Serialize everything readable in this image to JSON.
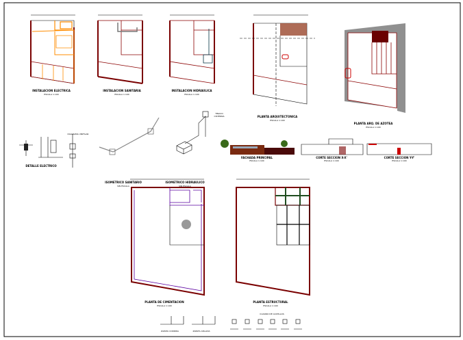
{
  "sheet": {
    "plans": [
      {
        "title": "INSTALACION ELECTRICA",
        "scale": "ESCALA 1:100"
      },
      {
        "title": "INSTALACION SANITARIA",
        "scale": "ESCALA 1:100"
      },
      {
        "title": "INSTALACION HIDRAULICA",
        "scale": "ESCALA 1:100"
      },
      {
        "title": "PLANTA ARQUITECTONICA",
        "scale": "ESCALA 1:100"
      },
      {
        "title": "PLANTA ARQ. DE AZOTEA",
        "scale": "ESCALA 1:100"
      }
    ],
    "details": [
      {
        "title": "DETALLE ELECTRICO"
      },
      {
        "title": "DIAGRAMA UNIFILAR"
      },
      {
        "title": "ISOMETRICO SANITARIO",
        "scale": "SIN ESCALA"
      },
      {
        "title": "ISOMETRICO HIDRAULICO",
        "scale": "SIN ESCALA"
      },
      {
        "title": "TINACO",
        "sub": "CISTERNA"
      }
    ],
    "elevations": [
      {
        "title": "FACHADA PRINCIPAL",
        "scale": "ESCALA 1:100"
      },
      {
        "title": "CORTE SECCION X-X'",
        "scale": "ESCALA 1:100"
      },
      {
        "title": "CORTE SECCION Y-Y'",
        "scale": "ESCALA 1:100"
      }
    ],
    "lower_plans": [
      {
        "title": "PLANTA DE CIMENTACION",
        "scale": "ESCALA 1:100"
      },
      {
        "title": "PLANTA ESTRUCTURAL",
        "scale": "ESCALA 1:100"
      }
    ],
    "footing_details": [
      {
        "title": "ZAPATA CORRIDA"
      },
      {
        "title": "ZAPATA AISLADA"
      }
    ],
    "column_table_title": "CUADRO DE CASTILLOS",
    "colors": {
      "wall": "#7a0000",
      "electric": "#ff8c00",
      "foundation": "#5a00a0",
      "structure": "#1f4d1f",
      "roof": "#909090"
    }
  }
}
